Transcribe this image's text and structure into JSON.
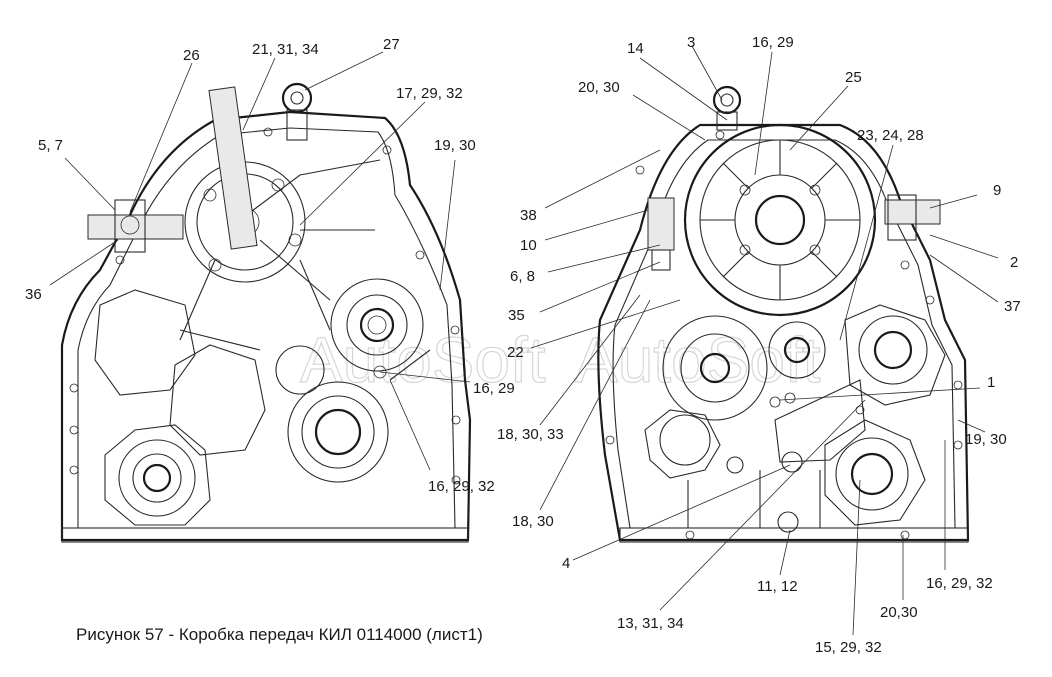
{
  "caption": "Рисунок 57 - Коробка передач КИЛ 0114000 (лист1)",
  "watermark": "AutoSoft",
  "left_view": {
    "callouts": {
      "c26": "26",
      "c21_31_34": "21, 31, 34",
      "c27": "27",
      "c5_7": "5, 7",
      "c17_29_32": "17, 29, 32",
      "c19_30": "19, 30",
      "c36": "36",
      "c16_29": "16, 29",
      "c16_29_32": "16, 29, 32"
    }
  },
  "right_view": {
    "callouts": {
      "c14": "14",
      "c3": "3",
      "c16_29": "16, 29",
      "c20_30_top": "20, 30",
      "c25": "25",
      "c23_24_28": "23, 24, 28",
      "c9": "9",
      "c38": "38",
      "c10": "10",
      "c2": "2",
      "c6_8": "6, 8",
      "c37": "37",
      "c35": "35",
      "c22": "22",
      "c1": "1",
      "c18_30_33": "18, 30, 33",
      "c19_30": "19, 30",
      "c18_30": "18, 30",
      "c4": "4",
      "c16_29_32": "16, 29, 32",
      "c11_12": "11, 12",
      "c20_30_bottom": "20,30",
      "c13_31_34": "13, 31, 34",
      "c15_29_32": "15, 29, 32"
    }
  }
}
